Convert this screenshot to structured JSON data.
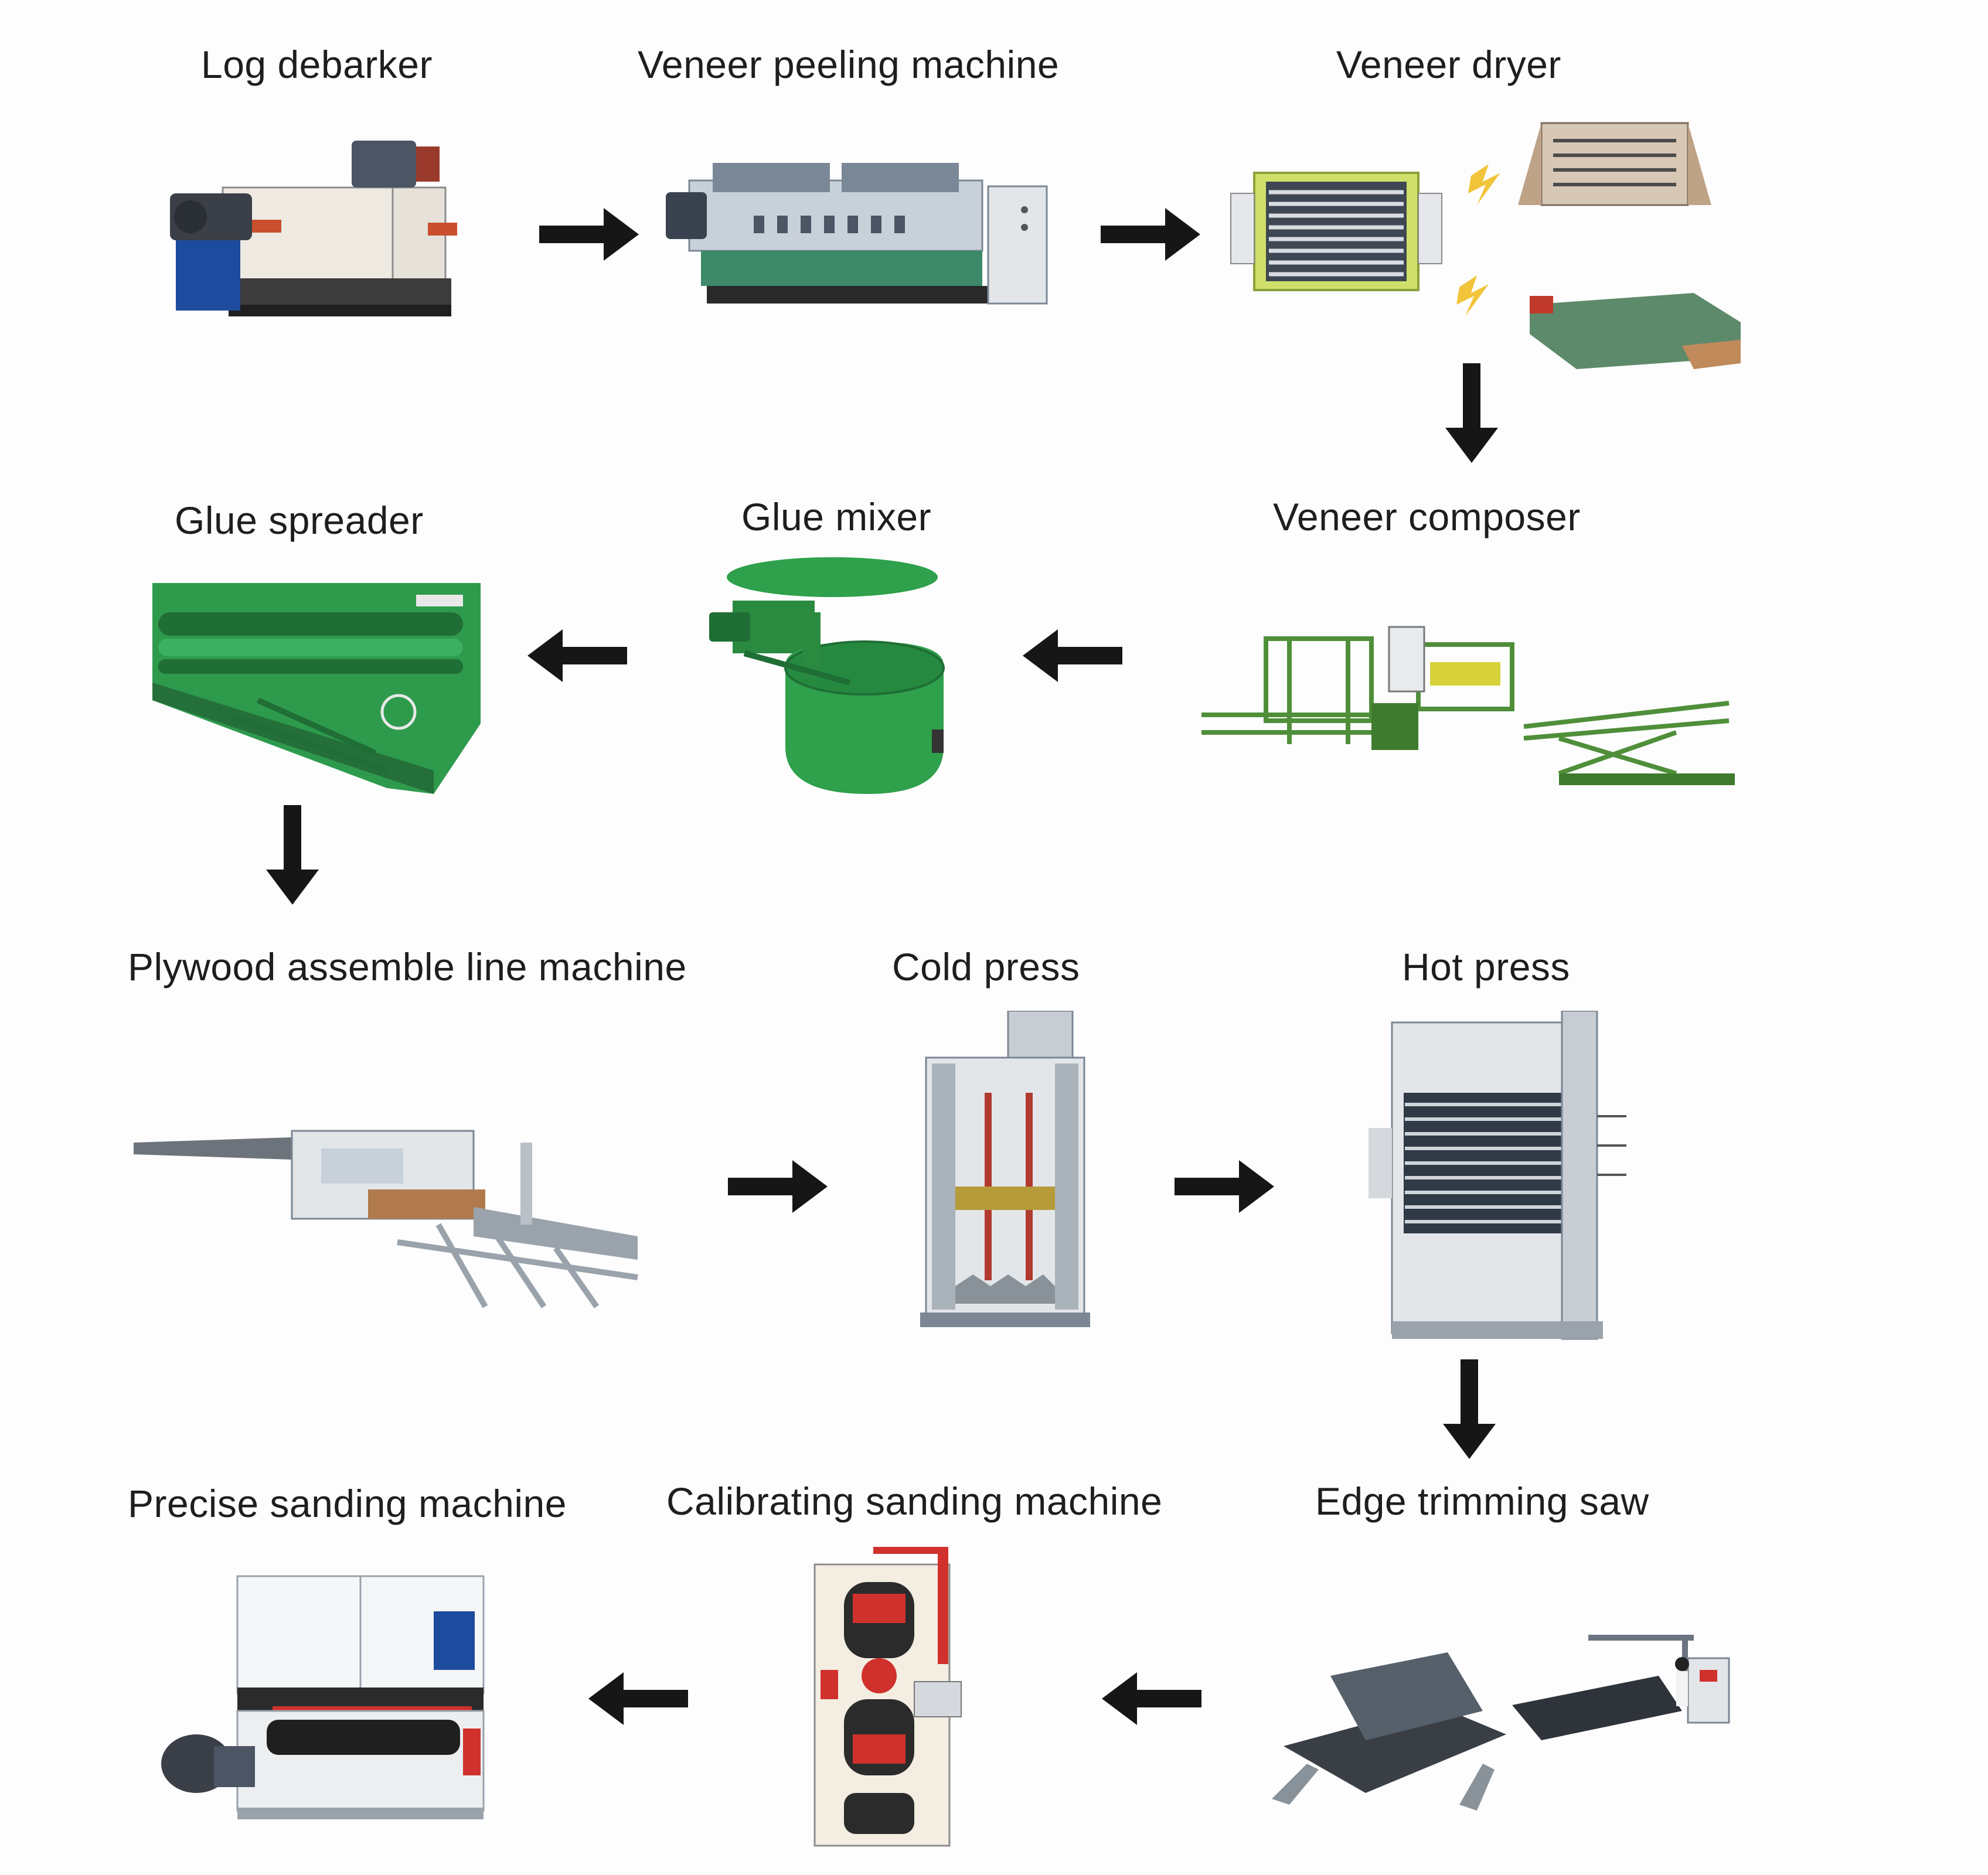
{
  "colors": {
    "arrow": "#161616",
    "green": "#2e9a4c",
    "dark_green": "#1f6e35",
    "steel": "#c7cdd3",
    "accent_red": "#d0312d",
    "lightning": "#f2c43a",
    "dryer_frame": "#cfe06a"
  },
  "steps": [
    {
      "label": "Log debarker",
      "icon": "log-debarker"
    },
    {
      "label": "Veneer peeling machine",
      "icon": "veneer-peeling-machine"
    },
    {
      "label": "Veneer dryer",
      "icon": "veneer-dryer"
    },
    {
      "label": "Veneer composer",
      "icon": "veneer-composer"
    },
    {
      "label": "Glue mixer",
      "icon": "glue-mixer"
    },
    {
      "label": "Glue spreader",
      "icon": "glue-spreader"
    },
    {
      "label": "Plywood assemble line machine",
      "icon": "plywood-assemble-line"
    },
    {
      "label": "Cold press",
      "icon": "cold-press"
    },
    {
      "label": "Hot press",
      "icon": "hot-press"
    },
    {
      "label": "Edge trimming saw",
      "icon": "edge-trimming-saw"
    },
    {
      "label": "Calibrating sanding machine",
      "icon": "calibrating-sanding-machine"
    },
    {
      "label": "Precise sanding machine",
      "icon": "precise-sanding-machine"
    }
  ],
  "arrows": [
    {
      "from": "Log debarker",
      "to": "Veneer peeling machine",
      "direction": "right"
    },
    {
      "from": "Veneer peeling machine",
      "to": "Veneer dryer",
      "direction": "right"
    },
    {
      "from": "Veneer dryer",
      "to": "Veneer composer",
      "direction": "down"
    },
    {
      "from": "Veneer composer",
      "to": "Glue mixer",
      "direction": "left"
    },
    {
      "from": "Glue mixer",
      "to": "Glue spreader",
      "direction": "left"
    },
    {
      "from": "Glue spreader",
      "to": "Plywood assemble line machine",
      "direction": "down"
    },
    {
      "from": "Plywood assemble line machine",
      "to": "Cold press",
      "direction": "right"
    },
    {
      "from": "Cold press",
      "to": "Hot press",
      "direction": "right"
    },
    {
      "from": "Hot press",
      "to": "Edge trimming saw",
      "direction": "down"
    },
    {
      "from": "Edge trimming saw",
      "to": "Calibrating sanding machine",
      "direction": "left"
    },
    {
      "from": "Calibrating sanding machine",
      "to": "Precise sanding machine",
      "direction": "left"
    }
  ]
}
